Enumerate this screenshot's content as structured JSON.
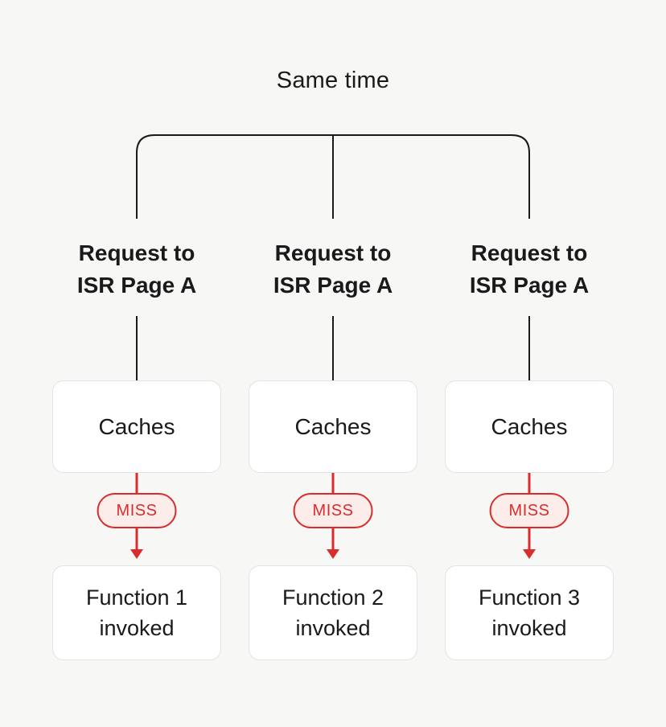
{
  "title": "Same time",
  "colors": {
    "background": "#f7f7f6",
    "text": "#1a1a1a",
    "box_bg": "#ffffff",
    "box_border": "#e3e3e3",
    "red": "#d92d2d",
    "badge_bg": "#fcecea"
  },
  "columns": [
    {
      "request": "Request to ISR Page A",
      "cache_label": "Caches",
      "badge": "MISS",
      "function_label": "Function 1 invoked"
    },
    {
      "request": "Request to ISR Page A",
      "cache_label": "Caches",
      "badge": "MISS",
      "function_label": "Function 2 invoked"
    },
    {
      "request": "Request to ISR Page A",
      "cache_label": "Caches",
      "badge": "MISS",
      "function_label": "Function 3 invoked"
    }
  ]
}
